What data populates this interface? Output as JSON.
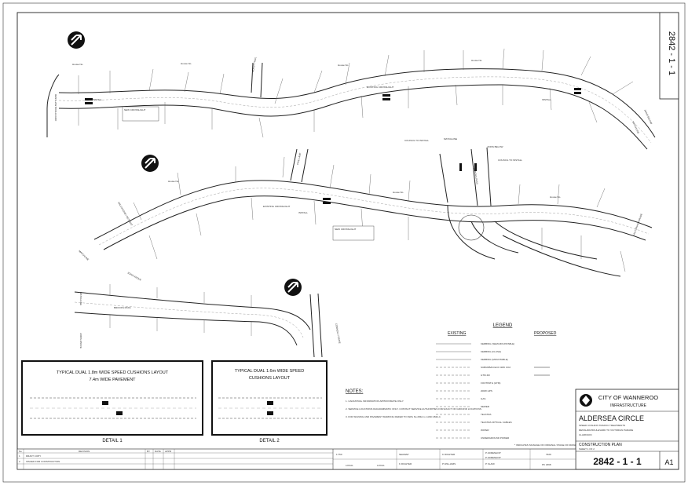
{
  "drawing": {
    "sheet_number_vertical": "2842 - 1 - 1",
    "sheet_number": "2842 - 1 - 1",
    "size": "A1"
  },
  "org": {
    "name": "CITY OF WANNEROO",
    "dept": "INFRASTRUCTURE"
  },
  "project": {
    "title": "ALDERSEA CIRCLE",
    "line1": "SPEED CUSHION TRAFFIC TREATMENTS",
    "line2": "RENSHAW BOULEVARD TO VICTORIAN PARADE",
    "line3": "CLARKSON",
    "plan": "CONSTRUCTION PLAN",
    "sheet": "SHEET 1 OF 2"
  },
  "streets": {
    "renshaw": "RENSHAW BOULEVARD",
    "hurst": "HURST TRAIL",
    "pike": "PIKE LANE",
    "willoughby": "WILLOUGHBY RETREAT",
    "brooks_pass": "BROOKS PASS",
    "connolly": "CONNOLLY DRIVE",
    "victorian": "VICTORIAN PARADE"
  },
  "labels": {
    "matchline": "MATCHLINE",
    "joins_below": "JOINS BELOW",
    "joins_above": "JOINS ABOVE",
    "install": "INSTALL",
    "council_to_install": "COUNCIL TO INSTALL",
    "existing_crosslight": "EXISTING CROSSLIGHT",
    "new_crosslight": "NEW CROSSLIGHT"
  },
  "details": [
    {
      "title1": "TYPICAL DUAL 1.8m WIDE SPEED CUSHIONS LAYOUT",
      "title2": "7.4m WIDE PAVEMENT",
      "label": "DETAIL 1"
    },
    {
      "title1": "TYPICAL DUAL 1.6m WIDE SPEED",
      "title2": "CUSHIONS LAYOUT",
      "label": "DETAIL 2"
    }
  ],
  "notes": {
    "heading": "NOTES:",
    "items": [
      "1.  CADASTRAL INFORMATION APPROXIMATE ONLY.",
      "2.  SERVICE LOCATIONS DIAGRAMMATIC ONLY. CONTACT SERVICE AUTHORITIES FOR EXACT ON GROUND LOCATIONS.",
      "3.  FOR SIGNING AND PAVEMENT MARKING REFER TO DWG No 2842-1-1 AND 2842-4."
    ]
  },
  "legend": {
    "heading": "LEGEND",
    "existing": "EXISTING",
    "proposed": "PROPOSED",
    "rows": [
      "KERBING (SEMI-MOUNTABLE)",
      "KERBING (FLUSH)",
      "KERBING (MOUNTABLE)",
      "SUBURBAN ECO 40W CO2",
      "GTM 4M",
      "FOOTPATH (GTM)",
      "200W HPS",
      "GAS",
      "SEWER",
      "TELSTRA",
      "TELSTRA OPTICAL CABLES",
      "WATER",
      "UNDERGROUND POWER"
    ],
    "footnote": "* INDICATES SIGNAGE ON ORIGINAL STAGE OF DRAWING"
  },
  "titleblock": {
    "rev_header": [
      "No",
      "REVISION",
      "BY",
      "DATE",
      "APPR"
    ],
    "revisions": [
      [
        "1",
        "DRAFT COPY",
        "",
        "",
        ""
      ],
      [
        "2",
        "ISSUED FOR CONSTRUCTION",
        "",
        "",
        ""
      ]
    ],
    "scale": "1:750",
    "datum": "LOCAL",
    "drafted": "SEAMAP",
    "designed": "K RICHTER",
    "checked": "P WILLIAMS",
    "approved": "P ADRENHOP",
    "approved2": "P ADRENHOP",
    "approved3": "P KLAFF",
    "ref1": "7929",
    "ref2": "PK 2398"
  },
  "house_numbers": {
    "lbl": "House No."
  }
}
